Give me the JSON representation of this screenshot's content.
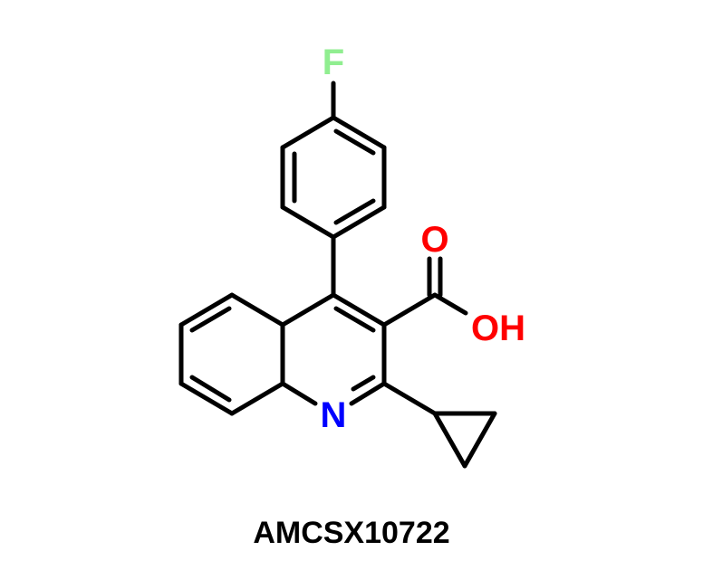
{
  "compound": {
    "id": "AMCSX10722"
  },
  "atoms": {
    "fluorine": {
      "symbol": "F",
      "color": "#90ee90"
    },
    "carbonyl_oxygen": {
      "symbol": "O",
      "color": "#ff0000"
    },
    "hydroxyl": {
      "symbol": "OH",
      "color": "#ff0000"
    },
    "ring_nitrogen": {
      "symbol": "N",
      "color": "#0000ff"
    }
  },
  "bond_color": "#000000"
}
